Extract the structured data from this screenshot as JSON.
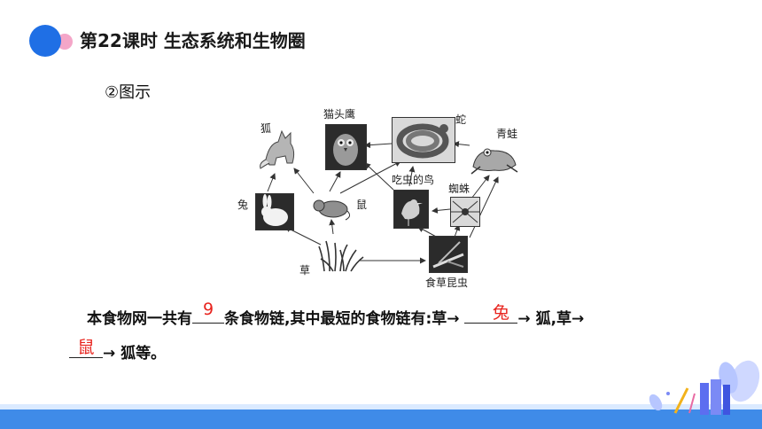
{
  "header": {
    "title": "第22课时 生态系统和生物圈"
  },
  "section": {
    "heading": "②图示"
  },
  "diagram": {
    "labels": {
      "fox": "狐",
      "owl": "猫头鹰",
      "snake": "蛇",
      "frog": "青蛙",
      "rabbit": "兔",
      "mouse": "鼠",
      "bird": "吃虫的鸟",
      "spider": "蜘蛛",
      "grass": "草",
      "insect": "食草昆虫"
    }
  },
  "question": {
    "text1": "本食物网一共有",
    "answer1": "9",
    "text2": "条食物链,其中最短的食物链有:草→ ",
    "answer2": "兔",
    "text3": "→ 狐,草→",
    "answer3": "鼠",
    "text4": "→ 狐等。"
  },
  "colors": {
    "accent": "#1f6fe5",
    "answer": "#e8231d",
    "footer": "#3f8be8"
  }
}
